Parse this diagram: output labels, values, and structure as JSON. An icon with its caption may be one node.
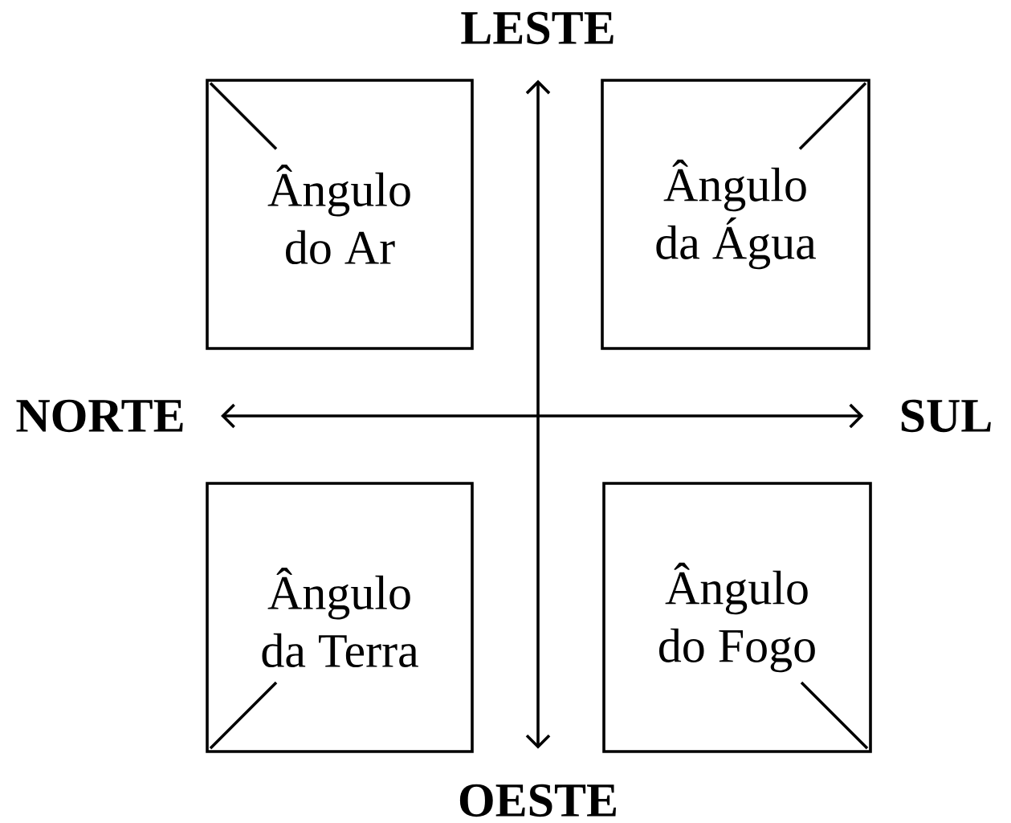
{
  "diagram": {
    "nodes": [
      {
        "text": [
          "LESTE"
        ]
      },
      {
        "text": [
          "Ângulo do Ar"
        ]
      },
      {
        "text": [
          "Ângulo da Água"
        ]
      },
      {
        "text": [
          "NORTE"
        ]
      },
      {
        "text": [
          "SUL"
        ]
      },
      {
        "text": [
          "Ângulo da Terra"
        ]
      },
      {
        "text": [
          "Ângulo do Fogo"
        ]
      },
      {
        "text": [
          "OESTE"
        ]
      }
    ],
    "edges": [
      {
        "from": 0,
        "to": 7,
        "arrow": "both"
      },
      {
        "from": 3,
        "to": 4,
        "arrow": "both"
      }
    ]
  }
}
